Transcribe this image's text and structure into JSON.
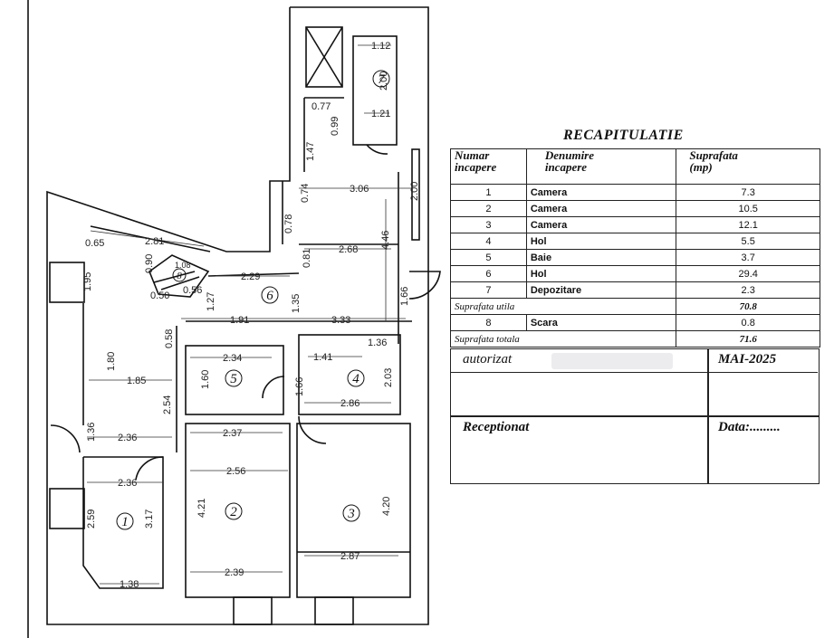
{
  "recap": {
    "title": "RECAPITULATIE",
    "headers": {
      "num": [
        "Numar",
        "incapere"
      ],
      "name": [
        "Denumire",
        "incapere"
      ],
      "area": [
        "Suprafata",
        "(mp)"
      ]
    },
    "rows": [
      {
        "num": "1",
        "name": "Camera",
        "area": "7.3"
      },
      {
        "num": "2",
        "name": "Camera",
        "area": "10.5"
      },
      {
        "num": "3",
        "name": "Camera",
        "area": "12.1"
      },
      {
        "num": "4",
        "name": "Hol",
        "area": "5.5"
      },
      {
        "num": "5",
        "name": "Baie",
        "area": "3.7"
      },
      {
        "num": "6",
        "name": "Hol",
        "area": "29.4"
      },
      {
        "num": "7",
        "name": "Depozitare",
        "area": "2.3"
      }
    ],
    "useful_label": "Suprafata utila",
    "useful_value": "70.8",
    "stair_row": {
      "num": "8",
      "name": "Scara",
      "area": "0.8"
    },
    "total_label": "Suprafata totala",
    "total_value": "71.6",
    "authorized_label": "autorizat",
    "authorized_date": "MAI-2025",
    "received_label": "Receptionat",
    "date_label": "Data:........."
  },
  "plan": {
    "rooms": [
      "1",
      "2",
      "3",
      "4",
      "5",
      "6",
      "7",
      "8"
    ],
    "dimensions": {
      "d112": "1.12",
      "d200a": "2.00",
      "d077": "0.77",
      "d121": "1.21",
      "d099": "0.99",
      "d147": "1.47",
      "d074": "0.74",
      "d306": "3.06",
      "d200b": "2.00",
      "d078": "0.78",
      "d446": "4.46",
      "d081": "0.81",
      "d268": "2.68",
      "d065": "0.65",
      "d281": "2.81",
      "d090": "0.90",
      "d108": "1.08",
      "d050": "0.50",
      "d056": "0.56",
      "d229": "2.29",
      "d127": "1.27",
      "d135": "1.35",
      "d166a": "1.66",
      "d195": "1.95",
      "d191": "1.91",
      "d333": "3.33",
      "d058": "0.58",
      "d136a": "1.36",
      "d180": "1.80",
      "d234": "2.34",
      "d141": "1.41",
      "d185": "1.85",
      "d160": "1.60",
      "d166b": "1.66",
      "d203": "2.03",
      "d254": "2.54",
      "d286": "2.86",
      "d136b": "1.36",
      "d236a": "2.36",
      "d237": "2.37",
      "d256": "2.56",
      "d236b": "2.36",
      "d259": "2.59",
      "d317": "3.17",
      "d421": "4.21",
      "d420": "4.20",
      "d287": "2.87",
      "d239": "2.39",
      "d138": "1.38"
    }
  }
}
